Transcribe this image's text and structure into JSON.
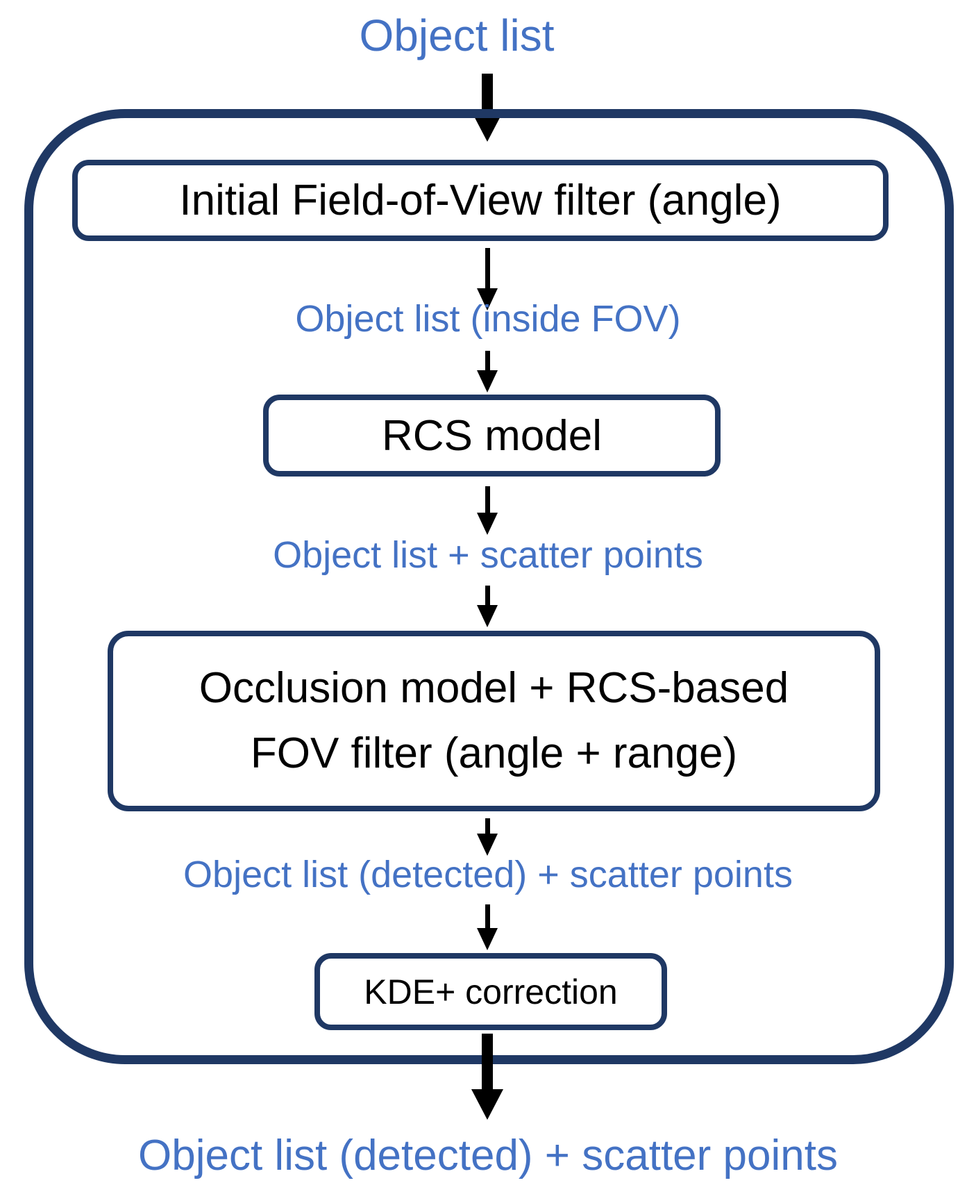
{
  "palette": {
    "accent_blue": "#4472C4",
    "navy_border": "#1F3864",
    "arrow_black": "#000000"
  },
  "flow": {
    "input_label": "Object list",
    "nodes": {
      "fov": {
        "label": "Initial Field-of-View filter (angle)"
      },
      "rcs": {
        "label": "RCS model"
      },
      "occlusion": {
        "label": "Occlusion model + RCS-based FOV filter (angle + range)",
        "lines": [
          "Occlusion model + RCS-based",
          "FOV filter (angle + range)"
        ]
      },
      "kde": {
        "label": "KDE+ correction"
      }
    },
    "edge_labels": [
      "Object list (inside FOV)",
      "Object list + scatter points",
      "Object list (detected) + scatter points"
    ],
    "output_label": "Object list (detected) + scatter points"
  }
}
